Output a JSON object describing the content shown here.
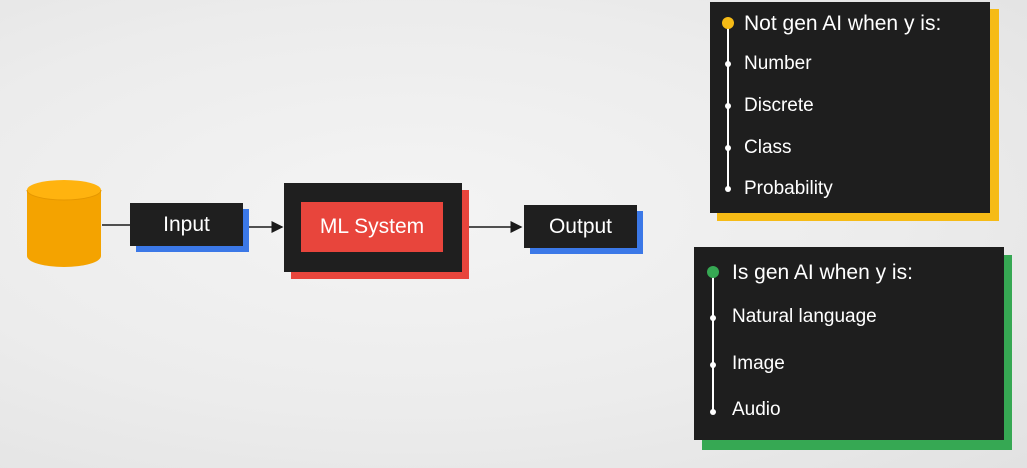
{
  "pipeline": {
    "input_label": "Input",
    "system_label": "ML System",
    "output_label": "Output"
  },
  "not_gen_ai": {
    "title": "Not gen AI when y is:",
    "items": [
      "Number",
      "Discrete",
      "Class",
      "Probability"
    ],
    "accent_color": "#f6bb16"
  },
  "is_gen_ai": {
    "title": "Is gen AI when y is:",
    "items": [
      "Natural language",
      "Image",
      "Audio"
    ],
    "accent_color": "#36a853"
  },
  "colors": {
    "database": "#f4a300",
    "input_accent": "#3b78e7",
    "system_accent": "#e8453c",
    "output_accent": "#3b78e7",
    "box_fill": "#1f1f1f"
  }
}
